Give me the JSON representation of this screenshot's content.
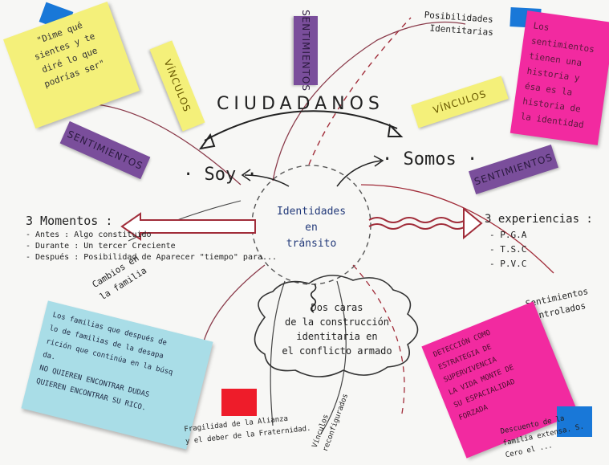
{
  "center": {
    "line1": "Identidades",
    "line2": "en",
    "line3": "tránsito"
  },
  "title": "CIUDADANOS",
  "soy": "· Soy ·",
  "somos": "· Somos ·",
  "posibilidades": {
    "line1": "Posibilidades",
    "line2": "Identitarias"
  },
  "tags": {
    "sentimientos_top": "SENTIMIENTOS",
    "sentimientos_left": "SENTIMIENTOS",
    "sentimientos_right": "SENTIMIENTOS",
    "vinculos_left": "VÍNCULOS",
    "vinculos_right": "VÍNCULOS"
  },
  "note_yellow": "\"Dime qué\nsientes y te\ndiré lo que\npodrías ser\"",
  "note_pink_top": "Los\nsentimientos\ntienen una\nhistoria y\nésa es la\nhistoria de\nla identidad",
  "momentos": {
    "title": "3 Momentos :",
    "items": [
      "- Antes : Algo constituido",
      "- Durante : Un tercer Creciente",
      "- Después : Posibilidad de Aparecer \"tiempo\" para..."
    ]
  },
  "cambios": "Cambios en\nla familia",
  "experiencias": {
    "title": "3 experiencias :",
    "items": [
      "- P.G.A",
      "- T.S.C",
      "- P.V.C"
    ]
  },
  "sentimientos_controlados": "Sentimientos\ncontrolados",
  "cloud": {
    "line1": "Dos caras",
    "line2": "de la construcción",
    "line3": "identitaria en",
    "line4": "el conflicto armado"
  },
  "note_blue": "Los familias que después de\nlo de familias de la desapa\nrición que continúa en la búsq\nda.\nNO QUIEREN ENCONTRAR DUDAS\nQUIEREN ENCONTRAR SU RICO.",
  "fragilidad": "Fragilidad de la Alianza\ny el deber de la Fraternidad.",
  "vinculos_reconfigurados": "Vínculos\nreconfigurados",
  "note_pink_bottom": "DETECCIÓN COMO\nESTRATEGIA DE\nSUPERVIVENCIA\nLA VIDA MONTE DE\nSU ESPACIALIDAD\nFORZADA",
  "note_small_bottom": "Descuento de la\nfamilia extensa. S.\nCero el ...",
  "colors": {
    "purple": "#7a4e9b",
    "yellow": "#f4f07a",
    "pink": "#f22aa0",
    "blue_note": "#a9dde7",
    "red_line": "#a12d3a",
    "blue_square": "#1978d8",
    "red_square": "#ee1c2a"
  }
}
